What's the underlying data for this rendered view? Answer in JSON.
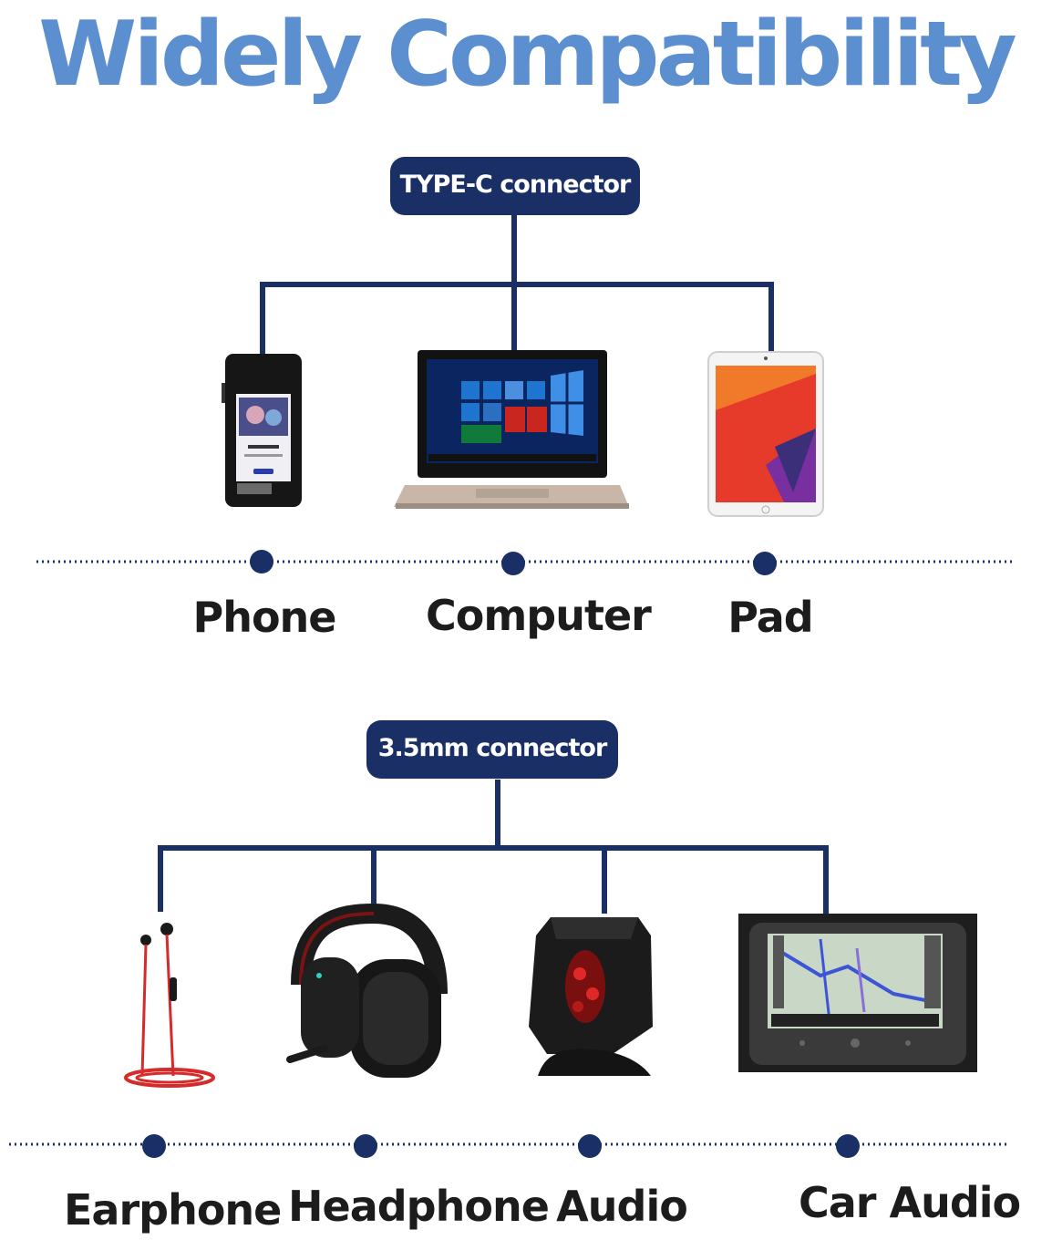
{
  "title": "Widely Compatibility",
  "colors": {
    "title": "#5b8fcf",
    "navy": "#1a2f66",
    "label": "#1c1c1c"
  },
  "groups": [
    {
      "connector": "TYPE-C connector",
      "devices": [
        {
          "label": "Phone",
          "icon": "smartphone-icon"
        },
        {
          "label": "Computer",
          "icon": "laptop-icon"
        },
        {
          "label": "Pad",
          "icon": "tablet-icon"
        }
      ]
    },
    {
      "connector": "3.5mm connector",
      "devices": [
        {
          "label": "Earphone",
          "icon": "earphone-icon"
        },
        {
          "label": "Headphone",
          "icon": "headphone-icon"
        },
        {
          "label": "Audio",
          "icon": "speaker-icon"
        },
        {
          "label": "Car Audio",
          "icon": "car-stereo-icon"
        }
      ]
    }
  ]
}
